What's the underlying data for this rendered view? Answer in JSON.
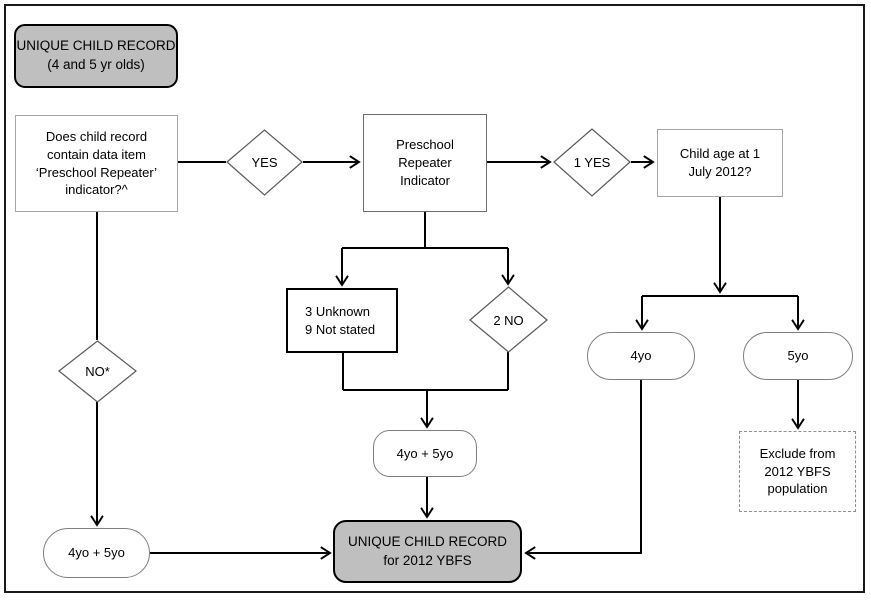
{
  "title": "Unique child record derivation flowchart",
  "colors": {
    "terminator_fill": "#bfbfbf",
    "connector_line": "#000000",
    "box_border_gray": "#a6a6a6"
  },
  "nodes": {
    "start": {
      "line1": "UNIQUE CHILD RECORD",
      "line2": "(4 and 5 yr olds)"
    },
    "question": {
      "line1": "Does child record",
      "line2": "contain data item",
      "line3": "‘Preschool Repeater’",
      "line4": "indicator?^"
    },
    "yes_decision": {
      "label": "YES"
    },
    "repeater": {
      "line1": "Preschool",
      "line2": "Repeater",
      "line3": "Indicator"
    },
    "one_yes_decision": {
      "label": "1 YES"
    },
    "age": {
      "line1": "Child age at 1",
      "line2": "July 2012?"
    },
    "unknown": {
      "line1": "3 Unknown",
      "line2": "9 Not stated"
    },
    "two_no_decision": {
      "label": "2 NO"
    },
    "no_decision": {
      "label": "NO*"
    },
    "merge_mid": {
      "label": "4yo + 5yo"
    },
    "merge_left": {
      "label": "4yo + 5yo"
    },
    "four_yo": {
      "label": "4yo"
    },
    "five_yo": {
      "label": "5yo"
    },
    "exclude": {
      "line1": "Exclude from",
      "line2": "2012 YBFS",
      "line3": "population"
    },
    "final": {
      "line1": "UNIQUE CHILD RECORD",
      "line2": "for 2012 YBFS"
    }
  }
}
